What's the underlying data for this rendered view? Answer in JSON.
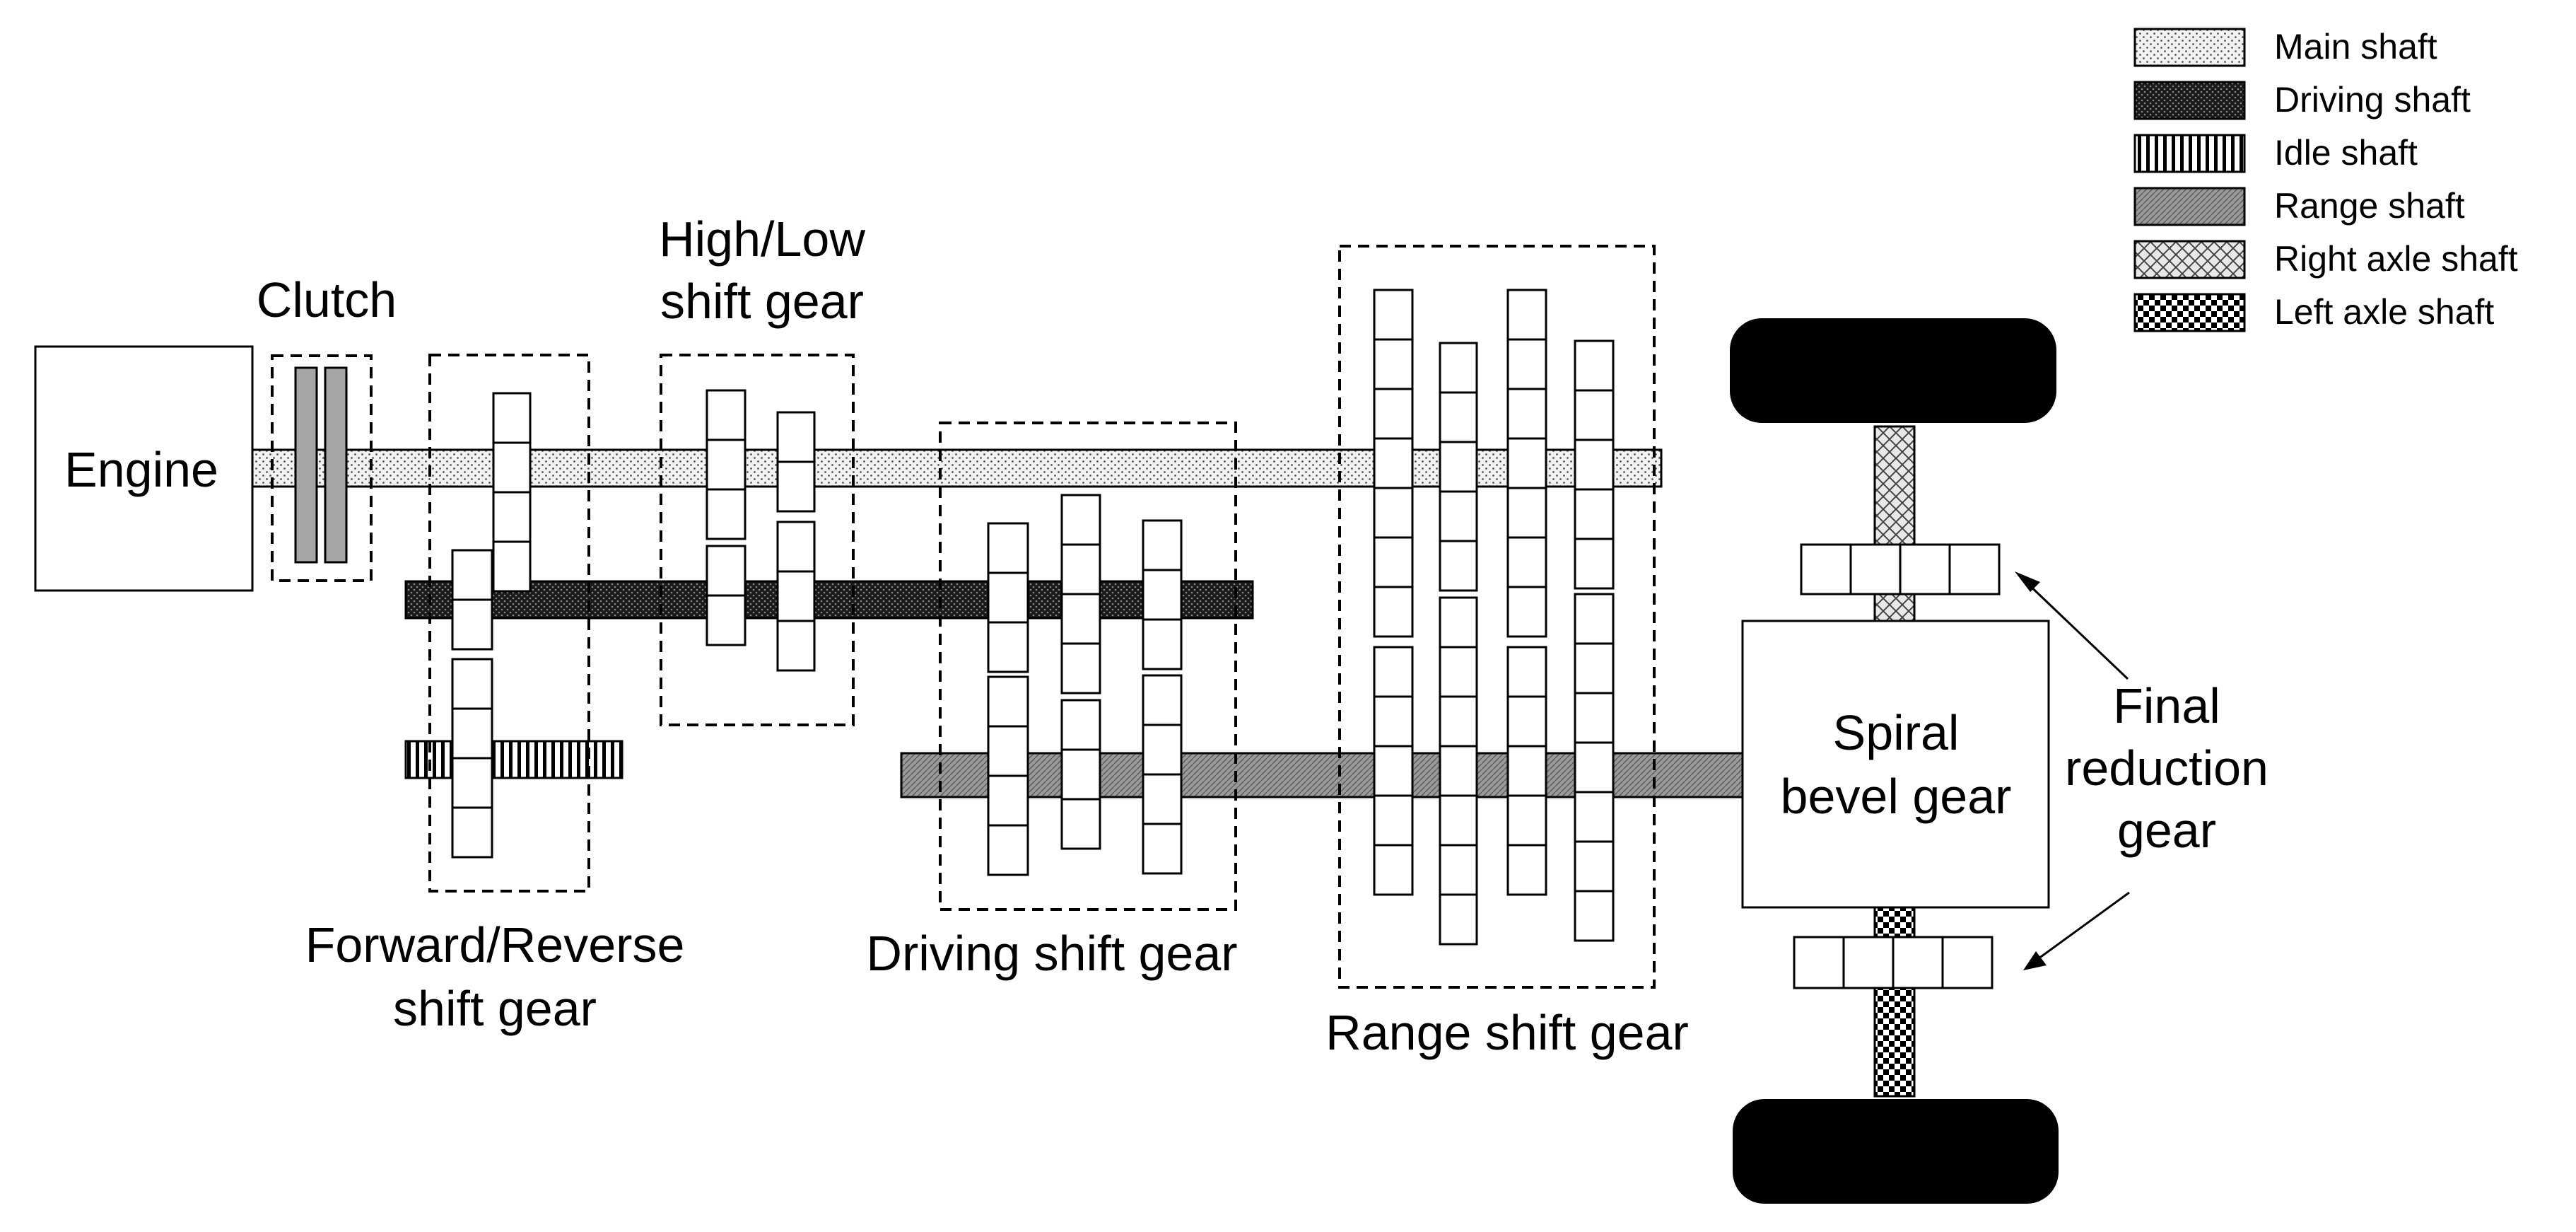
{
  "labels": {
    "engine": "Engine",
    "clutch": "Clutch",
    "high_low": [
      "High/Low",
      "shift gear"
    ],
    "forward_reverse": [
      "Forward/Reverse",
      "shift gear"
    ],
    "driving_shift": "Driving shift gear",
    "range_shift": "Range shift gear",
    "spiral_bevel": [
      "Spiral",
      "bevel gear"
    ],
    "final_reduction": [
      "Final",
      "reduction",
      "gear"
    ]
  },
  "legend": [
    {
      "key": "main",
      "label": "Main shaft"
    },
    {
      "key": "driving",
      "label": "Driving shaft"
    },
    {
      "key": "idle",
      "label": "Idle shaft"
    },
    {
      "key": "range",
      "label": "Range shaft"
    },
    {
      "key": "right_axle",
      "label": "Right axle shaft"
    },
    {
      "key": "left_axle",
      "label": "Left axle shaft"
    }
  ]
}
